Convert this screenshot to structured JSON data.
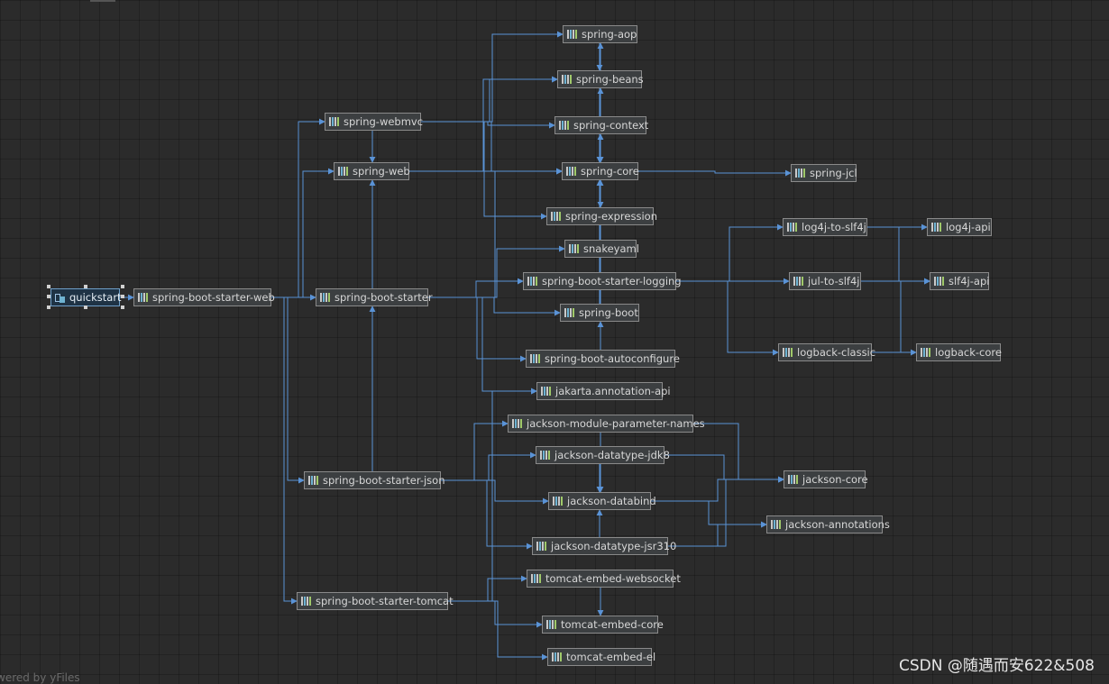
{
  "nodes": {
    "quickstart": "quickstart",
    "spring_boot_starter_web": "spring-boot-starter-web",
    "spring_webmvc": "spring-webmvc",
    "spring_web": "spring-web",
    "spring_boot_starter": "spring-boot-starter",
    "spring_boot_starter_json": "spring-boot-starter-json",
    "spring_boot_starter_tomcat": "spring-boot-starter-tomcat",
    "spring_aop": "spring-aop",
    "spring_beans": "spring-beans",
    "spring_context": "spring-context",
    "spring_core": "spring-core",
    "spring_jcl": "spring-jcl",
    "spring_expression": "spring-expression",
    "snakeyaml": "snakeyaml",
    "spring_boot_starter_logging": "spring-boot-starter-logging",
    "spring_boot": "spring-boot",
    "spring_boot_autoconfigure": "spring-boot-autoconfigure",
    "jakarta_annotation_api": "jakarta.annotation-api",
    "log4j_to_slf4j": "log4j-to-slf4j",
    "log4j_api": "log4j-api",
    "jul_to_slf4j": "jul-to-slf4j",
    "slf4j_api": "slf4j-api",
    "logback_classic": "logback-classic",
    "logback_core": "logback-core",
    "jackson_module_parameter_names": "jackson-module-parameter-names",
    "jackson_datatype_jdk8": "jackson-datatype-jdk8",
    "jackson_databind": "jackson-databind",
    "jackson_datatype_jsr310": "jackson-datatype-jsr310",
    "jackson_core": "jackson-core",
    "jackson_annotations": "jackson-annotations",
    "tomcat_embed_websocket": "tomcat-embed-websocket",
    "tomcat_embed_core": "tomcat-embed-core",
    "tomcat_embed_el": "tomcat-embed-el"
  },
  "edges": [
    [
      "quickstart",
      "spring_boot_starter_web"
    ],
    [
      "spring_boot_starter_web",
      "spring_webmvc"
    ],
    [
      "spring_boot_starter_web",
      "spring_web"
    ],
    [
      "spring_boot_starter_web",
      "spring_boot_starter"
    ],
    [
      "spring_boot_starter_web",
      "spring_boot_starter_json"
    ],
    [
      "spring_boot_starter_web",
      "spring_boot_starter_tomcat"
    ],
    [
      "spring_webmvc",
      "spring_web"
    ],
    [
      "spring_webmvc",
      "spring_aop"
    ],
    [
      "spring_webmvc",
      "spring_beans"
    ],
    [
      "spring_webmvc",
      "spring_context"
    ],
    [
      "spring_webmvc",
      "spring_core"
    ],
    [
      "spring_webmvc",
      "spring_expression"
    ],
    [
      "spring_web",
      "spring_beans"
    ],
    [
      "spring_web",
      "spring_core"
    ],
    [
      "spring_aop",
      "spring_beans"
    ],
    [
      "spring_aop",
      "spring_core"
    ],
    [
      "spring_beans",
      "spring_core"
    ],
    [
      "spring_context",
      "spring_aop"
    ],
    [
      "spring_context",
      "spring_beans"
    ],
    [
      "spring_context",
      "spring_core"
    ],
    [
      "spring_context",
      "spring_expression"
    ],
    [
      "spring_expression",
      "spring_core"
    ],
    [
      "spring_core",
      "spring_jcl"
    ],
    [
      "spring_boot_starter",
      "snakeyaml"
    ],
    [
      "spring_boot_starter",
      "spring_boot_starter_logging"
    ],
    [
      "spring_boot_starter",
      "spring_boot"
    ],
    [
      "spring_boot_starter",
      "spring_boot_autoconfigure"
    ],
    [
      "spring_boot_starter",
      "jakarta_annotation_api"
    ],
    [
      "spring_boot_starter",
      "spring_core"
    ],
    [
      "spring_boot",
      "spring_context"
    ],
    [
      "spring_boot",
      "spring_core"
    ],
    [
      "spring_boot_autoconfigure",
      "spring_boot"
    ],
    [
      "spring_boot_starter_logging",
      "log4j_to_slf4j"
    ],
    [
      "spring_boot_starter_logging",
      "jul_to_slf4j"
    ],
    [
      "spring_boot_starter_logging",
      "logback_classic"
    ],
    [
      "log4j_to_slf4j",
      "log4j_api"
    ],
    [
      "log4j_to_slf4j",
      "slf4j_api"
    ],
    [
      "jul_to_slf4j",
      "slf4j_api"
    ],
    [
      "logback_classic",
      "logback_core"
    ],
    [
      "logback_classic",
      "slf4j_api"
    ],
    [
      "spring_boot_starter_json",
      "spring_boot_starter"
    ],
    [
      "spring_boot_starter_json",
      "spring_web"
    ],
    [
      "spring_boot_starter_json",
      "jackson_module_parameter_names"
    ],
    [
      "spring_boot_starter_json",
      "jackson_datatype_jdk8"
    ],
    [
      "spring_boot_starter_json",
      "jackson_databind"
    ],
    [
      "spring_boot_starter_json",
      "jackson_datatype_jsr310"
    ],
    [
      "jackson_module_parameter_names",
      "jackson_databind"
    ],
    [
      "jackson_module_parameter_names",
      "jackson_core"
    ],
    [
      "jackson_datatype_jdk8",
      "jackson_databind"
    ],
    [
      "jackson_datatype_jdk8",
      "jackson_core"
    ],
    [
      "jackson_databind",
      "jackson_core"
    ],
    [
      "jackson_databind",
      "jackson_annotations"
    ],
    [
      "jackson_datatype_jsr310",
      "jackson_databind"
    ],
    [
      "jackson_datatype_jsr310",
      "jackson_core"
    ],
    [
      "jackson_datatype_jsr310",
      "jackson_annotations"
    ],
    [
      "spring_boot_starter_tomcat",
      "jakarta_annotation_api"
    ],
    [
      "spring_boot_starter_tomcat",
      "tomcat_embed_websocket"
    ],
    [
      "spring_boot_starter_tomcat",
      "tomcat_embed_core"
    ],
    [
      "spring_boot_starter_tomcat",
      "tomcat_embed_el"
    ],
    [
      "tomcat_embed_websocket",
      "tomcat_embed_core"
    ]
  ],
  "edge_color": "#5a93d6",
  "watermark": "CSDN @随遇而安622&508",
  "footer_text": "wered by yFiles"
}
